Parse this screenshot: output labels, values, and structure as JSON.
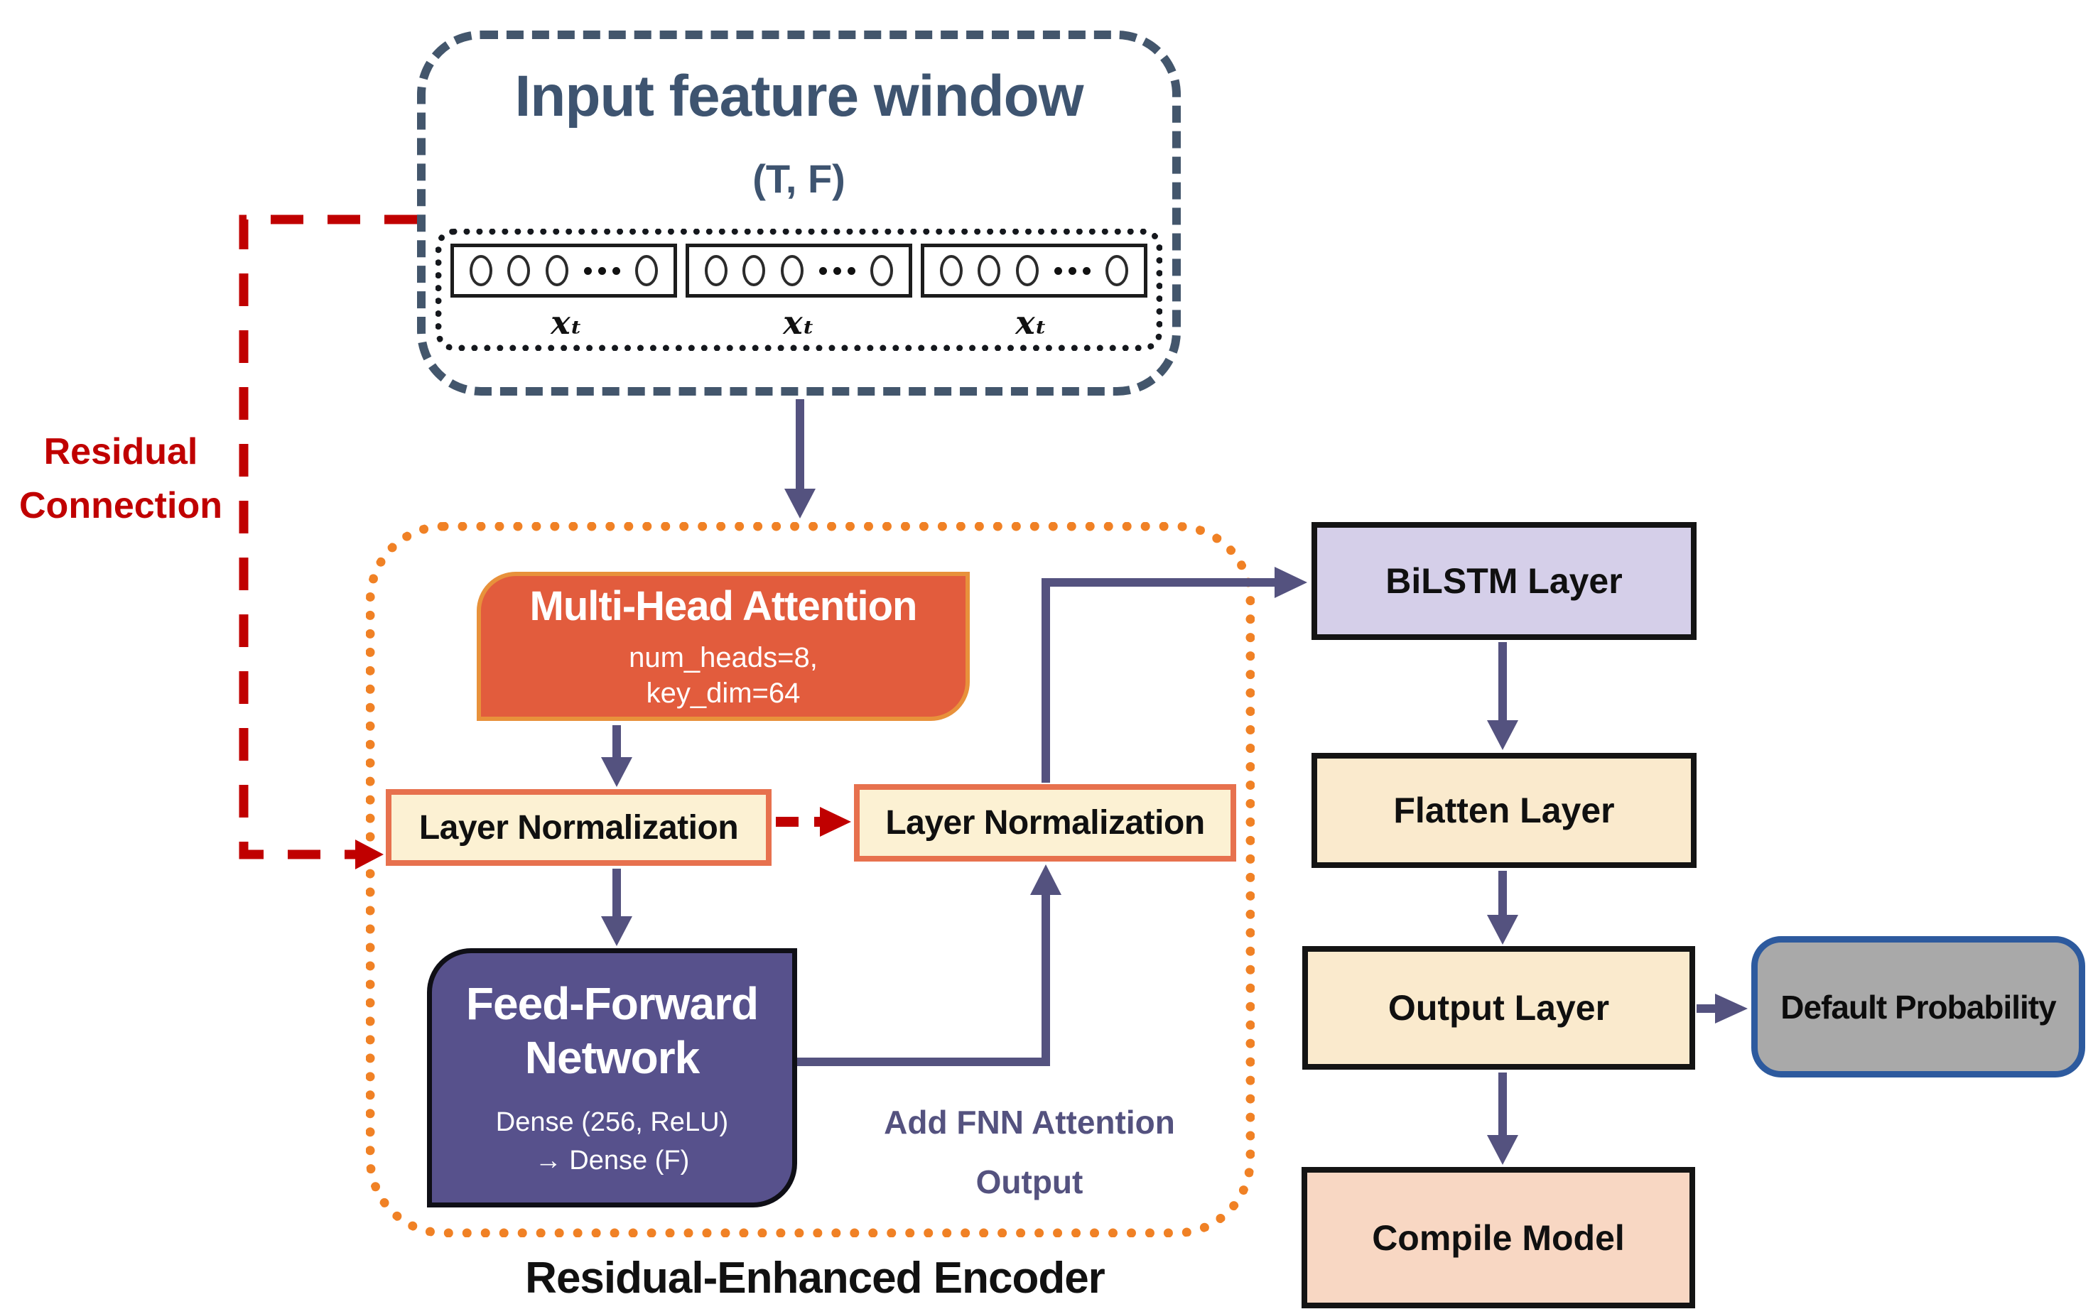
{
  "colors": {
    "slate": "#3E5470",
    "slate_border": "#43566C",
    "orange_fill": "#E25C3D",
    "orange_border": "#E8913B",
    "encoder_dot": "#F08125",
    "cream_fill": "#FCF1D3",
    "cream_border": "#E7714E",
    "purple_fill": "#57518C",
    "purple_line": "#54527F",
    "red": "#C00000",
    "lavender_fill": "#D5CFE9",
    "flatten_fill": "#FAEACD",
    "compile_fill": "#F8D7C3",
    "gray_fill": "#A9A9A9",
    "blue_border": "#2D5A9E",
    "ink": "#141414"
  },
  "input_window": {
    "title": "Input feature window",
    "shape_label": "(T, F)",
    "sequences": [
      {
        "label": "xₜ",
        "circles": 4
      },
      {
        "label": "xₜ",
        "circles": 4
      },
      {
        "label": "xₜ",
        "circles": 4
      }
    ]
  },
  "residual": {
    "line1": "Residual",
    "line2": "Connection"
  },
  "encoder": {
    "caption": "Residual-Enhanced Encoder",
    "mha": {
      "title": "Multi-Head Attention",
      "param1": "num_heads=8,",
      "param2": "key_dim=64"
    },
    "ln1": {
      "label": "Layer Normalization"
    },
    "ln2": {
      "label": "Layer Normalization"
    },
    "ffn": {
      "title_line1": "Feed-Forward",
      "title_line2": "Network",
      "param1": "Dense (256, ReLU)",
      "param2": "→ Dense (F)"
    },
    "add_note": {
      "line1": "Add FNN Attention",
      "line2": "Output"
    }
  },
  "pipeline": {
    "bilstm": {
      "label": "BiLSTM Layer"
    },
    "flatten": {
      "label": "Flatten Layer"
    },
    "output": {
      "label": "Output Layer"
    },
    "compile": {
      "label": "Compile Model"
    },
    "default_probability": {
      "label": "Default Probability"
    }
  }
}
